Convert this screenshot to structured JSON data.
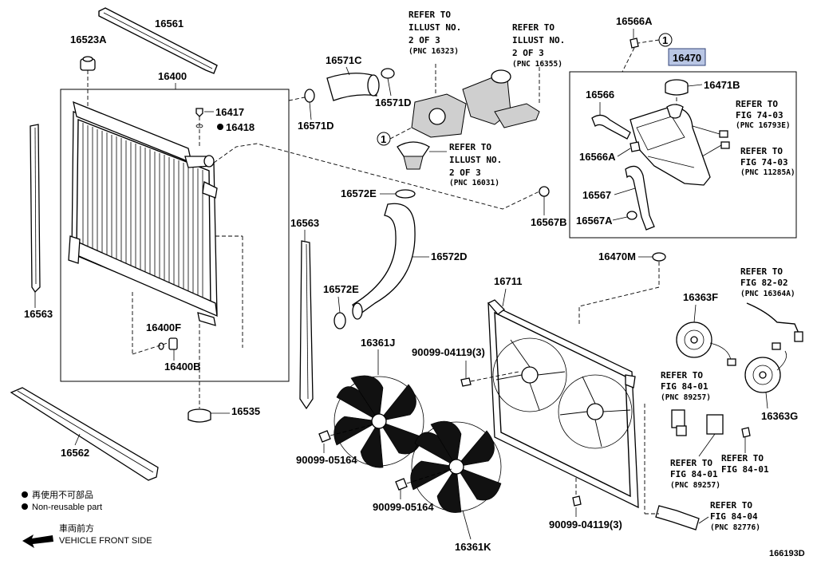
{
  "diagram_id": "166193D",
  "highlight_part": "16470",
  "legend": {
    "nonreuse_jp": "再使用不可部品",
    "nonreuse_en": "Non-reusable part",
    "front_jp": "車両前方",
    "front_en": "VEHICLE FRONT SIDE"
  },
  "callout_number": "1",
  "parts": {
    "p16561": "16561",
    "p16523A": "16523A",
    "p16400": "16400",
    "p16417": "16417",
    "p16418": "16418",
    "p16563_left": "16563",
    "p16400F": "16400F",
    "p16400B": "16400B",
    "p16535": "16535",
    "p16562": "16562",
    "p16571C": "16571C",
    "p16571D_a": "16571D",
    "p16571D_b": "16571D",
    "p16572E_a": "16572E",
    "p16572D": "16572D",
    "p16572E_b": "16572E",
    "p16563_right": "16563",
    "p16361J": "16361J",
    "p16361K": "16361K",
    "p90099_05164_a": "90099-05164",
    "p90099_05164_b": "90099-05164",
    "p90099_04119_a": "90099-04119(3)",
    "p90099_04119_b": "90099-04119(3)",
    "p16711": "16711",
    "p16566A_top": "16566A",
    "p16470": "16470",
    "p16471B": "16471B",
    "p16566": "16566",
    "p16566A": "16566A",
    "p16567": "16567",
    "p16567A": "16567A",
    "p16567B": "16567B",
    "p16470M": "16470M",
    "p16363F": "16363F",
    "p16363G": "16363G"
  },
  "refs": {
    "r16323": [
      "REFER TO",
      "ILLUST NO.",
      "2 OF 3",
      "(PNC 16323)"
    ],
    "r16355": [
      "REFER TO",
      "ILLUST NO.",
      "2 OF 3",
      "(PNC 16355)"
    ],
    "r16031": [
      "REFER TO",
      "ILLUST NO.",
      "2 OF 3",
      "(PNC 16031)"
    ],
    "r16793E": [
      "REFER TO",
      "FIG 74-03",
      "(PNC 16793E)"
    ],
    "r11285A": [
      "REFER TO",
      "FIG 74-03",
      "(PNC 11285A)"
    ],
    "r16364A": [
      "REFER TO",
      "FIG 82-02",
      "(PNC 16364A)"
    ],
    "r89257a": [
      "REFER TO",
      "FIG 84-01",
      "(PNC 89257)"
    ],
    "r89257b": [
      "REFER TO",
      "FIG 84-01",
      "(PNC 89257)"
    ],
    "r8401": [
      "REFER TO",
      "FIG 84-01"
    ],
    "r82776": [
      "REFER TO",
      "FIG 84-04",
      "(PNC 82776)"
    ]
  }
}
